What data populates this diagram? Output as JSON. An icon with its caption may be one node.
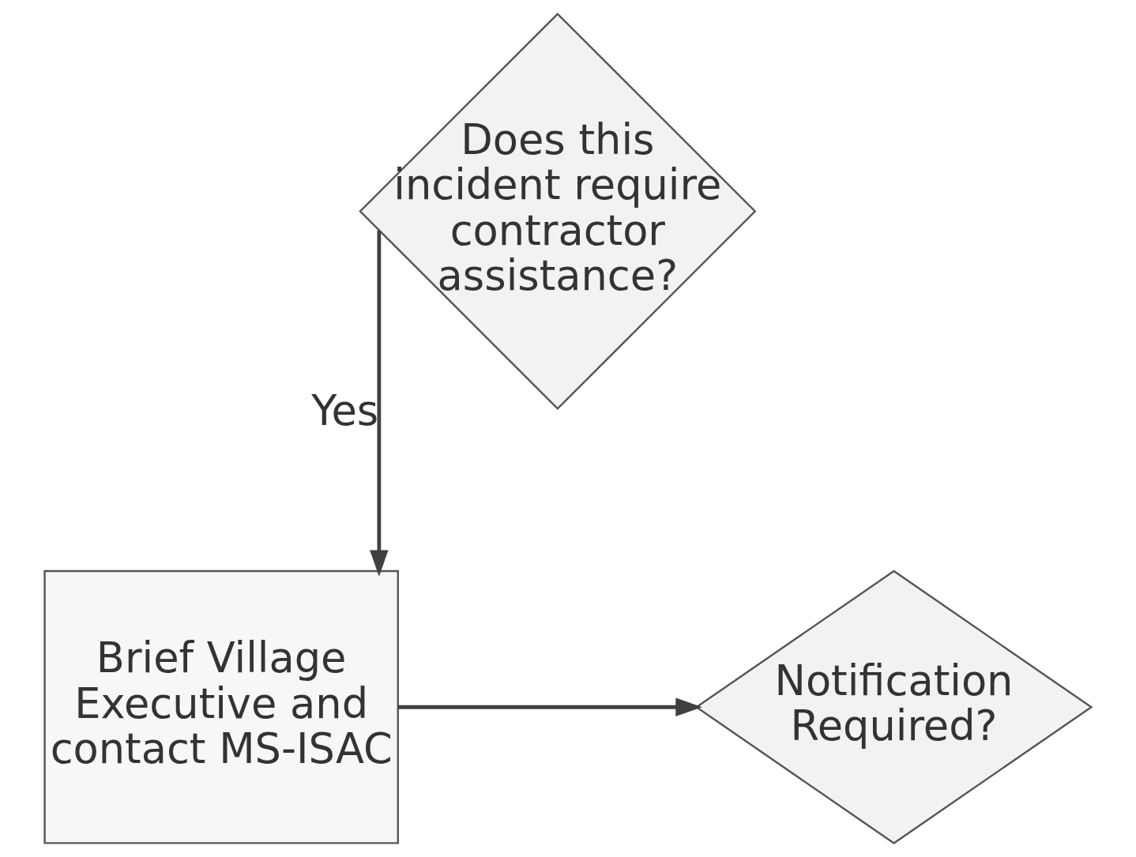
{
  "diagram": {
    "nodes": [
      {
        "text": [
          "Does this incident require contractor assistance?"
        ]
      },
      {
        "text": [
          "Brief Village Executive and contact MS-ISAC"
        ]
      },
      {
        "text": [
          "Notification Required?"
        ]
      }
    ],
    "edges": [
      {
        "from": 0,
        "to": 1,
        "arrow": "to",
        "label": "Yes"
      },
      {
        "from": 1,
        "to": 2,
        "arrow": "to"
      }
    ]
  }
}
